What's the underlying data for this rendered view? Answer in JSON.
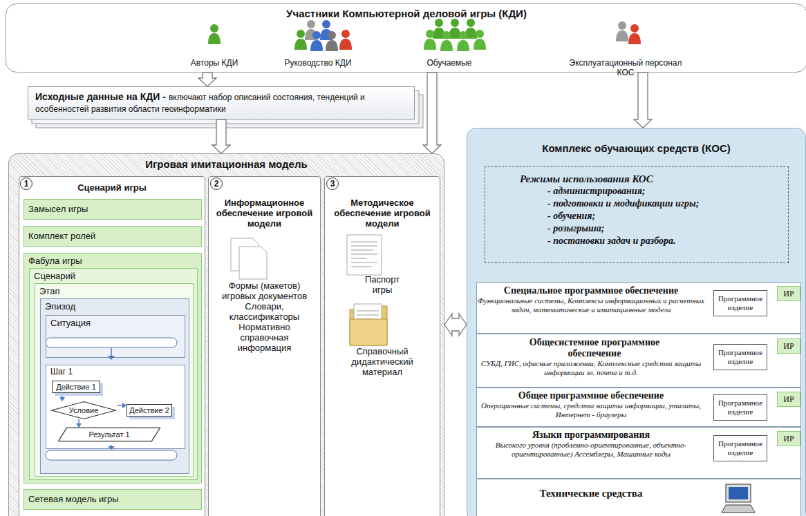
{
  "diagram": {
    "nodes": [
      {
        "text": [
          "Участники Компьютерной деловой игры (КДИ)"
        ]
      },
      {
        "text": [
          "Исходные данные на КДИ -",
          "включают набор описаний состояния, тенденций и особенностей развития области геоинформатики"
        ]
      },
      {
        "text": [
          "Игровая имитационная модель"
        ]
      },
      {
        "text": [
          "Сценарий игры"
        ],
        "in": 2
      },
      {
        "text": [
          "Замысел игры"
        ],
        "in": 3
      },
      {
        "text": [
          "Комплект ролей"
        ],
        "in": 3
      },
      {
        "text": [
          "Фабула игры"
        ],
        "in": 3
      },
      {
        "text": [
          "Сценарий"
        ],
        "in": 6
      },
      {
        "text": [
          "Этап"
        ],
        "in": 7
      },
      {
        "text": [
          "Эпизод"
        ],
        "in": 8
      },
      {
        "text": [
          "Ситуация"
        ],
        "in": 9
      },
      {
        "text": [
          "Шаг 1"
        ],
        "in": 9
      },
      {
        "text": [
          "Действие 1"
        ],
        "in": 11
      },
      {
        "text": [
          "Условие"
        ],
        "in": 11
      },
      {
        "text": [
          "Действие 2"
        ],
        "in": 11
      },
      {
        "text": [
          "Результат 1"
        ],
        "in": 11
      },
      {
        "text": [
          "Сетевая модель игры"
        ],
        "in": 3
      },
      {
        "text": [
          "Информационное обеспечение игровой модели",
          "Формы (макетов) игровых документов Словари, классификаторы Нормативно справочная информация"
        ],
        "in": 2
      },
      {
        "text": [
          "Методическое обеспечение игровой модели",
          "Паспорт игры",
          "Справочный дидактический материал"
        ],
        "in": 2
      },
      {
        "text": [
          "Комплекс обучающих средств (КОС)"
        ]
      },
      {
        "text": [
          "Режимы использования КОС",
          "- администрирования;",
          "- подготовки и модификации игры;",
          "- обучения;",
          "- розыгрыша;",
          "- постановки задач и разбора."
        ],
        "in": 19
      },
      {
        "text": [
          "Специальное программное обеспечение",
          "Функциональные системы, Комплексы информационных и расчетных задач, математические и имитационные модели"
        ],
        "in": 19
      },
      {
        "text": [
          "Программное изделие"
        ],
        "in": 21
      },
      {
        "text": [
          "ИР"
        ],
        "in": 21
      },
      {
        "text": [
          "Общесистемное программное обеспечение",
          "СУБД, ГИС, офисные приложении, Комплексные средства защиты информации эл. почта и т.д."
        ],
        "in": 19
      },
      {
        "text": [
          "Программное изделие"
        ],
        "in": 24
      },
      {
        "text": [
          "ИР"
        ],
        "in": 24
      },
      {
        "text": [
          "Общее программное обеспечение",
          "Операционные системы, средства защиты информации, утилиты, Интернет - браузеры"
        ],
        "in": 19
      },
      {
        "text": [
          "Программное изделие"
        ],
        "in": 27
      },
      {
        "text": [
          "ИР"
        ],
        "in": 27
      },
      {
        "text": [
          "Языки программирования",
          "Высокого уровня (проблемно-ориентированные, объектно-ориентированные) Ассемблеры, Машинные коды"
        ],
        "in": 19
      },
      {
        "text": [
          "Программное изделие"
        ],
        "in": 30
      },
      {
        "text": [
          "ИР"
        ],
        "in": 30
      },
      {
        "text": [
          "Технические средства"
        ],
        "in": 19
      }
    ],
    "edges": [
      {
        "from": 0,
        "to": 1,
        "arrow": "to"
      },
      {
        "from": 1,
        "to": 2,
        "arrow": "to"
      },
      {
        "from": 0,
        "to": 2,
        "arrow": "to"
      },
      {
        "from": 0,
        "to": 19,
        "arrow": "to"
      },
      {
        "from": 2,
        "to": 19,
        "arrow": "both"
      },
      {
        "from": 12,
        "to": 13,
        "arrow": "to"
      },
      {
        "from": 13,
        "to": 14,
        "arrow": "to"
      },
      {
        "from": 13,
        "to": 15,
        "arrow": "to"
      },
      {
        "from": 22,
        "to": 25,
        "arrow": "to"
      },
      {
        "from": 25,
        "to": 28,
        "arrow": "to"
      },
      {
        "from": 28,
        "to": 31,
        "arrow": "to"
      },
      {
        "from": 31,
        "to": 33,
        "arrow": "to"
      }
    ],
    "labels": [
      "Авторы КДИ",
      "Руководство КДИ",
      "Обучаемые",
      "Эксплуатационный персонал КОС",
      "1",
      "2",
      "3"
    ]
  }
}
